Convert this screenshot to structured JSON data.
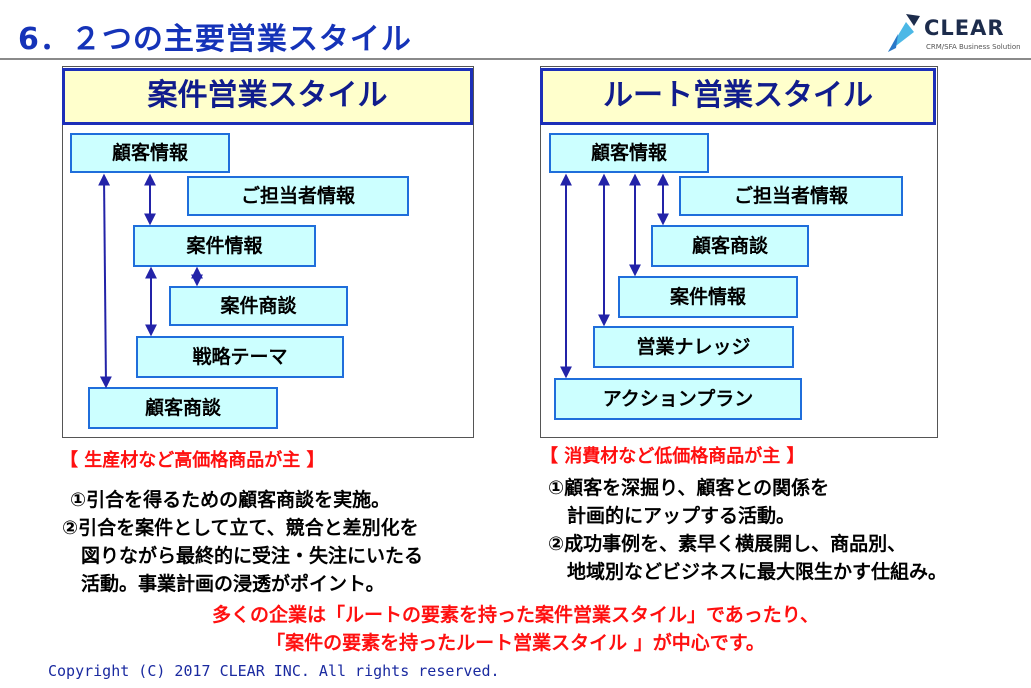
{
  "slide": {
    "title": "6．２つの主要営業スタイル",
    "logo": {
      "name": "CLEAR",
      "subtitle": "CRM/SFA Business Solution",
      "icon": "clear-logo-icon"
    },
    "copyright": "Copyright (C) 2017 CLEAR INC. All rights reserved."
  },
  "left": {
    "heading": "案件営業スタイル",
    "boxes": [
      "顧客情報",
      "ご担当者情報",
      "案件情報",
      "案件商談",
      "戦略テーマ",
      "顧客商談"
    ],
    "note": "【 生産材など高価格商品が主 】",
    "desc": [
      "①引合を得るための顧客商談を実施。",
      "②引合を案件として立て、競合と差別化を",
      "　図りながら最終的に受注・失注にいたる",
      "　活動。事業計画の浸透がポイント。"
    ]
  },
  "right": {
    "heading": "ルート営業スタイル",
    "boxes": [
      "顧客情報",
      "ご担当者情報",
      "顧客商談",
      "案件情報",
      "営業ナレッジ",
      "アクションプラン"
    ],
    "note": "【 消費材など低価格商品が主 】",
    "desc": [
      "①顧客を深掘り、顧客との関係を",
      "　計画的にアップする活動。",
      "②成功事例を、素早く横展開し、商品別、",
      "　地域別などビジネスに最大限生かす仕組み。"
    ]
  },
  "conclusion": [
    "多くの企業は「ルートの要素を持った案件営業スタイル」であったり、",
    "「案件の要素を持ったルート営業スタイル 」が中心です。"
  ],
  "colors": {
    "title": "#1533b8",
    "heading_bg": "#ffffcc",
    "box_bg": "#ccffff",
    "box_border": "#1f6edb",
    "arrow": "#2323a8",
    "accent_red": "#ff1010"
  }
}
